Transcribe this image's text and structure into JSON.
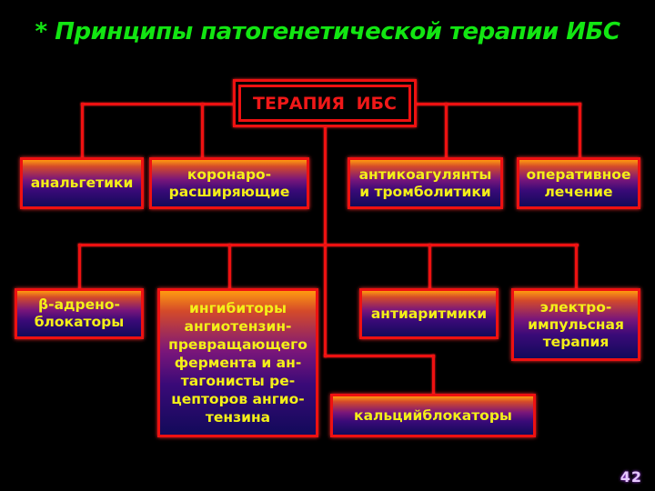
{
  "slide": {
    "title": "* Принципы патогенетической терапии ИБС",
    "page_number": "42"
  },
  "diagram": {
    "root": {
      "label": "ТЕРАПИЯ  ИБС"
    },
    "row1": [
      {
        "label": "анальгетики"
      },
      {
        "label": "коронаро-\nрасширяющие"
      },
      {
        "label": "антикоагулянты\nи тромболитики"
      },
      {
        "label": "оперативное\nлечение"
      }
    ],
    "row2": [
      {
        "label": "β-адрено-\nблокаторы"
      },
      {
        "label": "ингибиторы\nангиотензин-\nпревращающего\nфермента и ан-\nтагонисты ре-\nцепторов ангио-\nтензина"
      },
      {
        "label": "антиаритмики"
      },
      {
        "label": "электро-\nимпульсная\nтерапия"
      }
    ],
    "row3": [
      {
        "label": "кальцийблокаторы"
      }
    ]
  },
  "colors": {
    "background": "#000000",
    "title": "#12e612",
    "lines": "#ee1111",
    "box_text": "#f4f018",
    "root_text": "#f01818"
  }
}
